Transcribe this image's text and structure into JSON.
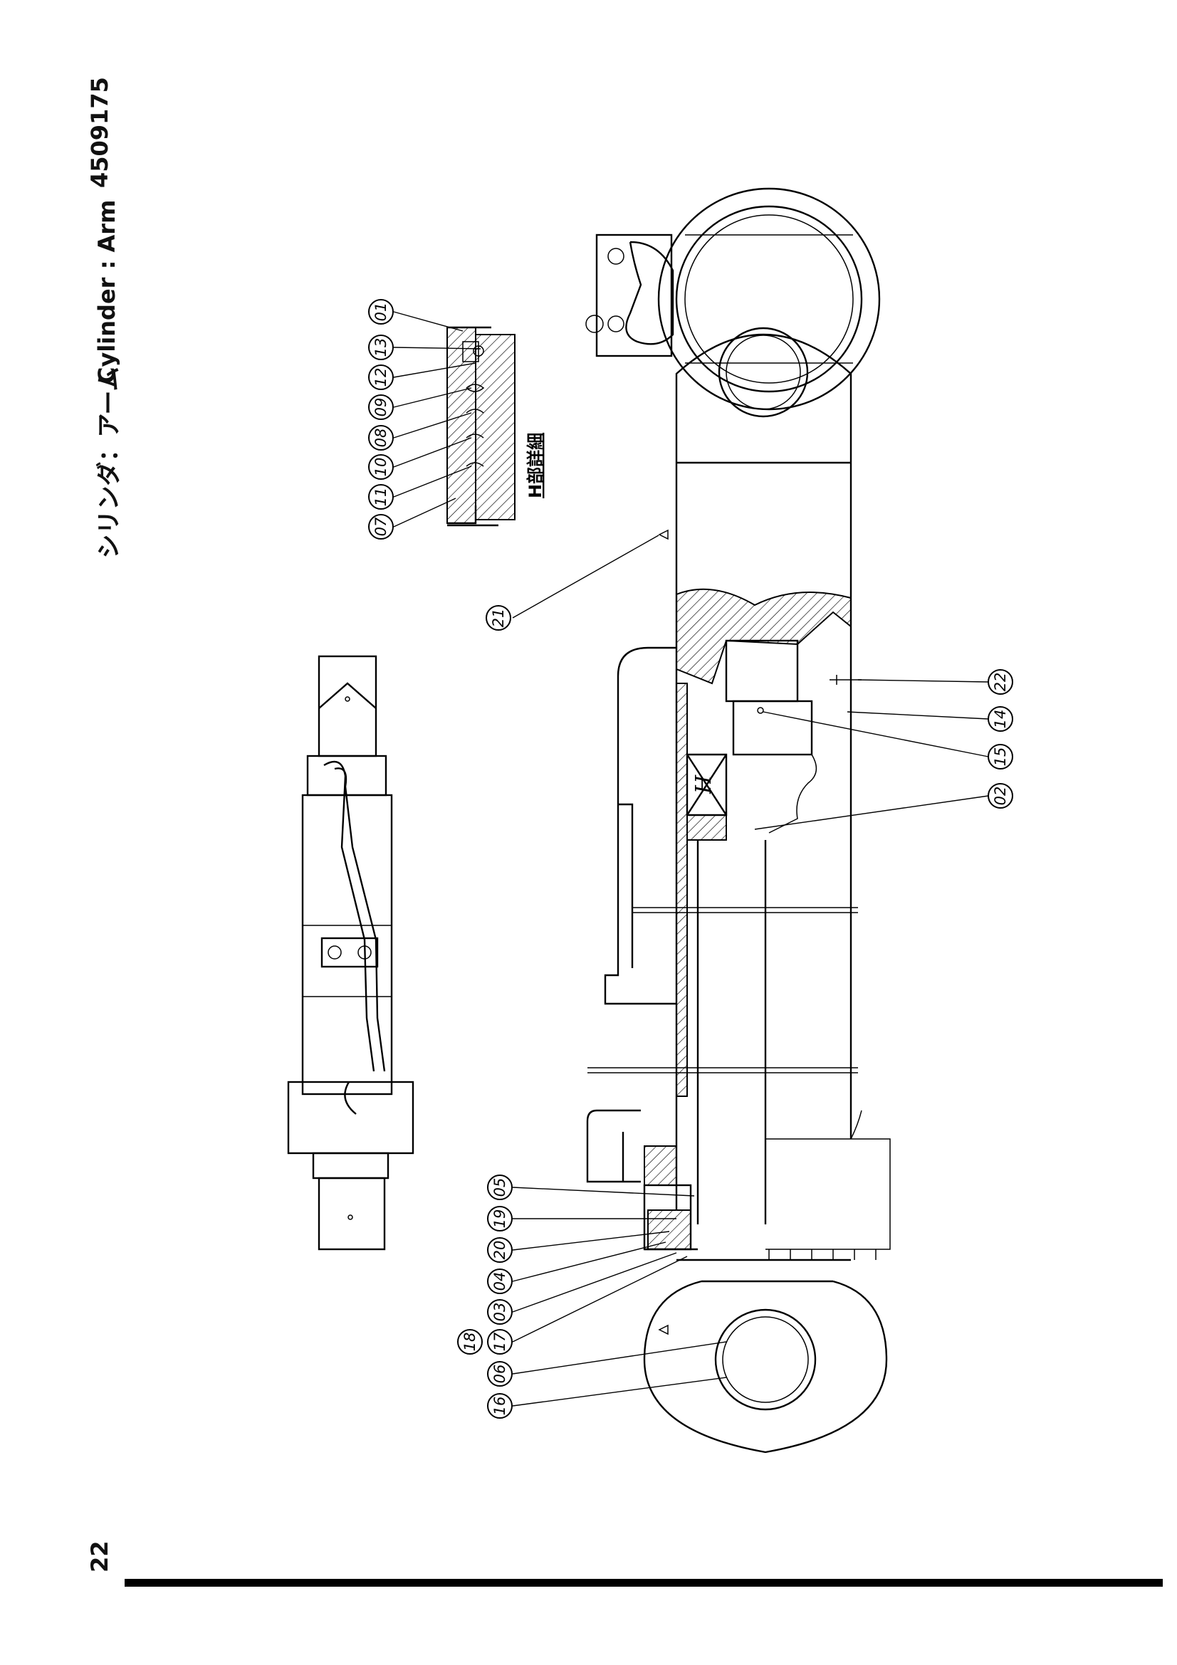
{
  "header": {
    "title_jp": "シリンダ：アーム",
    "title_en": "Cylinder : Arm",
    "part_code": "4509175"
  },
  "footer": {
    "page_number": "22"
  },
  "detail": {
    "label": "H部詳細",
    "h_marker": "H"
  },
  "callouts": {
    "c01": "01",
    "c02": "02",
    "c03": "03",
    "c04": "04",
    "c05": "05",
    "c06": "06",
    "c07": "07",
    "c08": "08",
    "c09": "09",
    "c10": "10",
    "c11": "11",
    "c12": "12",
    "c13": "13",
    "c14": "14",
    "c15": "15",
    "c16": "16",
    "c17": "17",
    "c18": "18",
    "c19": "19",
    "c20": "20",
    "c21": "21",
    "c22": "22"
  }
}
